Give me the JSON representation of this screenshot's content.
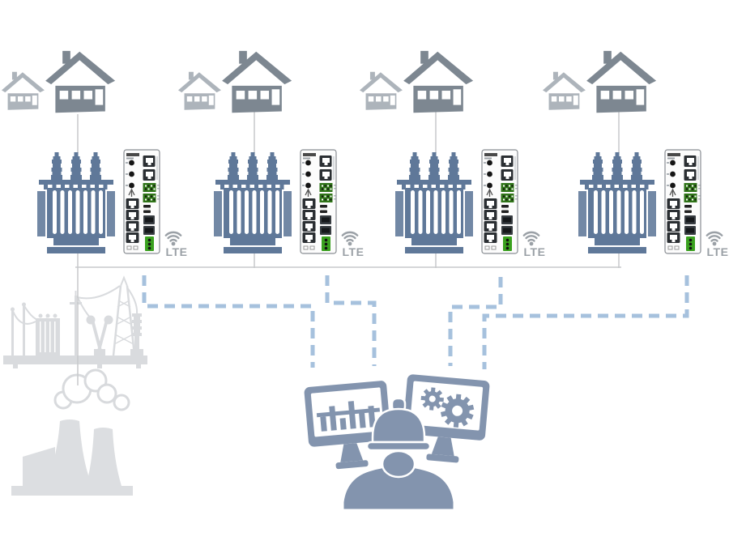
{
  "labels": {
    "lte": "LTE"
  },
  "units": [
    {
      "name": "grid-unit-1",
      "lte_label": "LTE"
    },
    {
      "name": "grid-unit-2",
      "lte_label": "LTE"
    },
    {
      "name": "grid-unit-3",
      "lte_label": "LTE"
    },
    {
      "name": "grid-unit-4",
      "lte_label": "LTE"
    }
  ],
  "scene": {
    "per_unit_icons": [
      "small-house-icon",
      "large-house-icon",
      "transformer-icon",
      "lte-router-icon",
      "wifi-signal-icon"
    ],
    "left_icons": [
      "substation-icon",
      "power-plant-icon"
    ],
    "bottom_icons": [
      "monitor-chart-icon",
      "monitor-gears-icon",
      "operator-hardhat-icon"
    ],
    "connections": {
      "solid_lines": "house to transformer, transformer to horizontal bus, bus to power plant",
      "dashed_lines": "four LTE router links routed down to control-center monitors"
    }
  },
  "colors": {
    "background": "#ffffff",
    "transformer_blue": "#5f7899",
    "house_large_gray": "#7d8791",
    "house_small_gray": "#adb4bb",
    "dashed_link_blue": "#a6c1dd",
    "control_center_blue": "#8394ae",
    "plant_light_gray": "#d9dbde",
    "solid_line_gray": "#c7c9cb",
    "lte_text_gray": "#9aa0a6",
    "router_port_dark": "#2b2f33",
    "router_terminal_green": "#2f7418",
    "router_connector_green": "#3aa11f"
  }
}
